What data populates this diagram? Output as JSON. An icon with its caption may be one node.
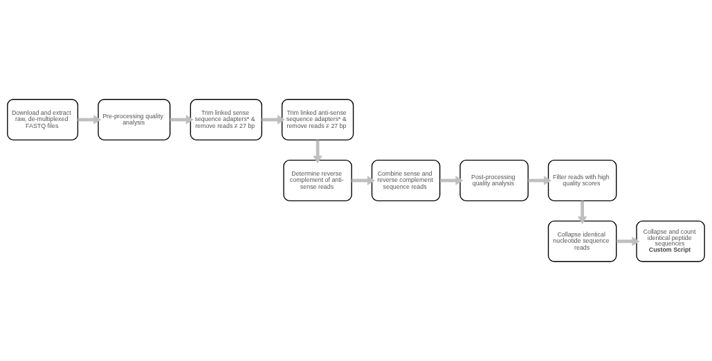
{
  "diagram": {
    "nodes": [
      {
        "text": [
          "Download and extract raw, de-multiplexed FASTQ files"
        ]
      },
      {
        "text": [
          "Pre-processing quality analysis"
        ]
      },
      {
        "text": [
          "Trim linked sense sequence adapters* & remove reads ≠ 27 bp"
        ]
      },
      {
        "text": [
          "Trim linked anti-sense sequence adapters* & remove reads ≠ 27 bp"
        ]
      },
      {
        "text": [
          "Determine reverse complement of anti-sense reads"
        ]
      },
      {
        "text": [
          "Combine sense and reverse complement sequence reads"
        ]
      },
      {
        "text": [
          "Post-processing quality analysis"
        ]
      },
      {
        "text": [
          "Filter reads with high quality scores"
        ]
      },
      {
        "text": [
          "Collapse identical nucleotide sequence reads"
        ]
      },
      {
        "text": [
          "Collapse and count identical peptide sequences",
          "Custom Script"
        ]
      }
    ],
    "edges": [
      {
        "from": 0,
        "to": 1,
        "arrow": "to"
      },
      {
        "from": 1,
        "to": 2,
        "arrow": "to"
      },
      {
        "from": 2,
        "to": 3,
        "arrow": "to"
      },
      {
        "from": 3,
        "to": 4,
        "arrow": "to"
      },
      {
        "from": 4,
        "to": 5,
        "arrow": "to"
      },
      {
        "from": 5,
        "to": 6,
        "arrow": "to"
      },
      {
        "from": 6,
        "to": 7,
        "arrow": "to"
      },
      {
        "from": 7,
        "to": 8,
        "arrow": "to"
      },
      {
        "from": 8,
        "to": 9,
        "arrow": "to"
      }
    ]
  }
}
